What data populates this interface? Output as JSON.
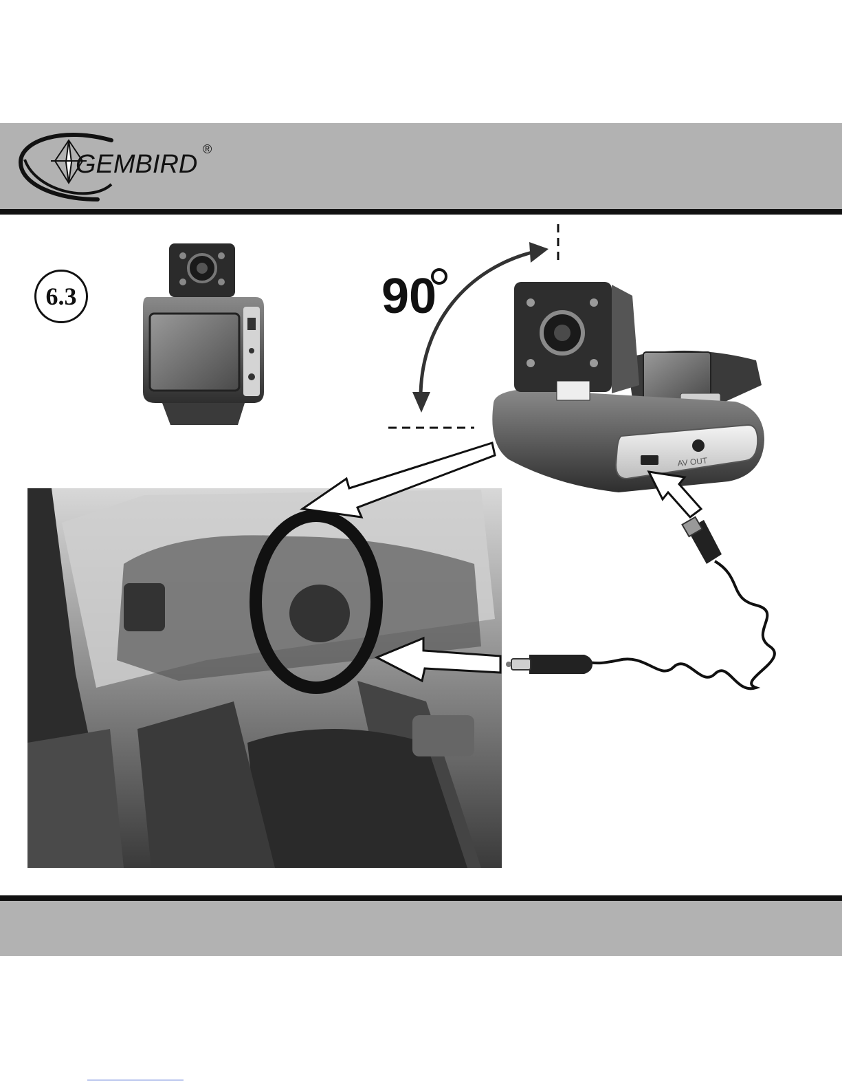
{
  "header": {
    "brand": "GEMBIRD",
    "registered_mark": "®"
  },
  "step": {
    "number": "6.3"
  },
  "rotation": {
    "angle": "90"
  },
  "device": {
    "port_label": "AV OUT"
  },
  "icons": [
    "gembird-logo-icon",
    "rotation-arrow-icon",
    "insert-arrow-icon"
  ],
  "colors": {
    "band": "#b2b2b2",
    "rule": "#111111",
    "link": "#3355cc"
  }
}
